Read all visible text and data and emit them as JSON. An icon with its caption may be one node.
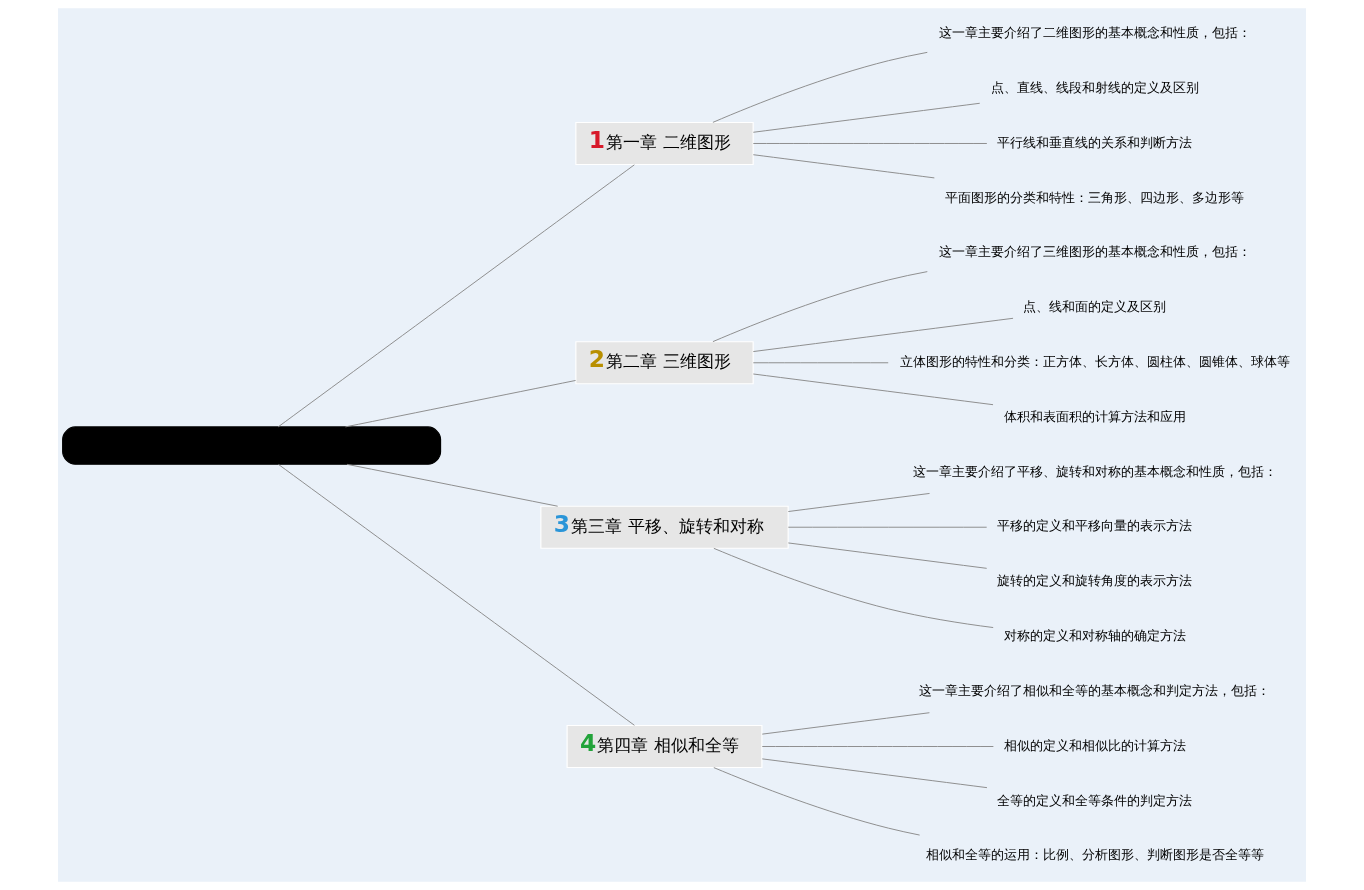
{
  "diagram": {
    "nodes": [
      {
        "text": [],
        "shape": "box"
      },
      {
        "text": [
          "1",
          "第一章 二维图形"
        ]
      },
      {
        "text": [
          "这一章主要介绍了二维图形的基本概念和性质，包括："
        ]
      },
      {
        "text": [
          "点、直线、线段和射线的定义及区别"
        ]
      },
      {
        "text": [
          "平行线和垂直线的关系和判断方法"
        ]
      },
      {
        "text": [
          "平面图形的分类和特性：三角形、四边形、多边形等"
        ]
      },
      {
        "text": [
          "2",
          "第二章 三维图形"
        ]
      },
      {
        "text": [
          "这一章主要介绍了三维图形的基本概念和性质，包括："
        ]
      },
      {
        "text": [
          "点、线和面的定义及区别"
        ]
      },
      {
        "text": [
          "立体图形的特性和分类：正方体、长方体、圆柱体、圆锥体、球体等"
        ]
      },
      {
        "text": [
          "体积和表面积的计算方法和应用"
        ]
      },
      {
        "text": [
          "3",
          "第三章 平移、旋转和对称"
        ]
      },
      {
        "text": [
          "这一章主要介绍了平移、旋转和对称的基本概念和性质，包括："
        ]
      },
      {
        "text": [
          "平移的定义和平移向量的表示方法"
        ]
      },
      {
        "text": [
          "旋转的定义和旋转角度的表示方法"
        ]
      },
      {
        "text": [
          "对称的定义和对称轴的确定方法"
        ]
      },
      {
        "text": [
          "4",
          "第四章 相似和全等"
        ]
      },
      {
        "text": [
          "这一章主要介绍了相似和全等的基本概念和判定方法，包括："
        ]
      },
      {
        "text": [
          "相似的定义和相似比的计算方法"
        ]
      },
      {
        "text": [
          "全等的定义和全等条件的判定方法"
        ]
      },
      {
        "text": [
          "相似和全等的运用：比例、分析图形、判断图形是否全等等"
        ]
      }
    ],
    "edges": [
      {
        "from": 0,
        "to": 1,
        "arrow": "none"
      },
      {
        "from": 0,
        "to": 6,
        "arrow": "none"
      },
      {
        "from": 0,
        "to": 11,
        "arrow": "none"
      },
      {
        "from": 0,
        "to": 16,
        "arrow": "none"
      },
      {
        "from": 1,
        "to": 2,
        "arrow": "none"
      },
      {
        "from": 1,
        "to": 3,
        "arrow": "none"
      },
      {
        "from": 1,
        "to": 4,
        "arrow": "none"
      },
      {
        "from": 1,
        "to": 5,
        "arrow": "none"
      },
      {
        "from": 6,
        "to": 7,
        "arrow": "none"
      },
      {
        "from": 6,
        "to": 8,
        "arrow": "none"
      },
      {
        "from": 6,
        "to": 9,
        "arrow": "none"
      },
      {
        "from": 6,
        "to": 10,
        "arrow": "none"
      },
      {
        "from": 11,
        "to": 12,
        "arrow": "none"
      },
      {
        "from": 11,
        "to": 13,
        "arrow": "none"
      },
      {
        "from": 11,
        "to": 14,
        "arrow": "none"
      },
      {
        "from": 11,
        "to": 15,
        "arrow": "none"
      },
      {
        "from": 16,
        "to": 17,
        "arrow": "none"
      },
      {
        "from": 16,
        "to": 18,
        "arrow": "none"
      },
      {
        "from": 16,
        "to": 19,
        "arrow": "none"
      },
      {
        "from": 16,
        "to": 20,
        "arrow": "none"
      }
    ]
  }
}
